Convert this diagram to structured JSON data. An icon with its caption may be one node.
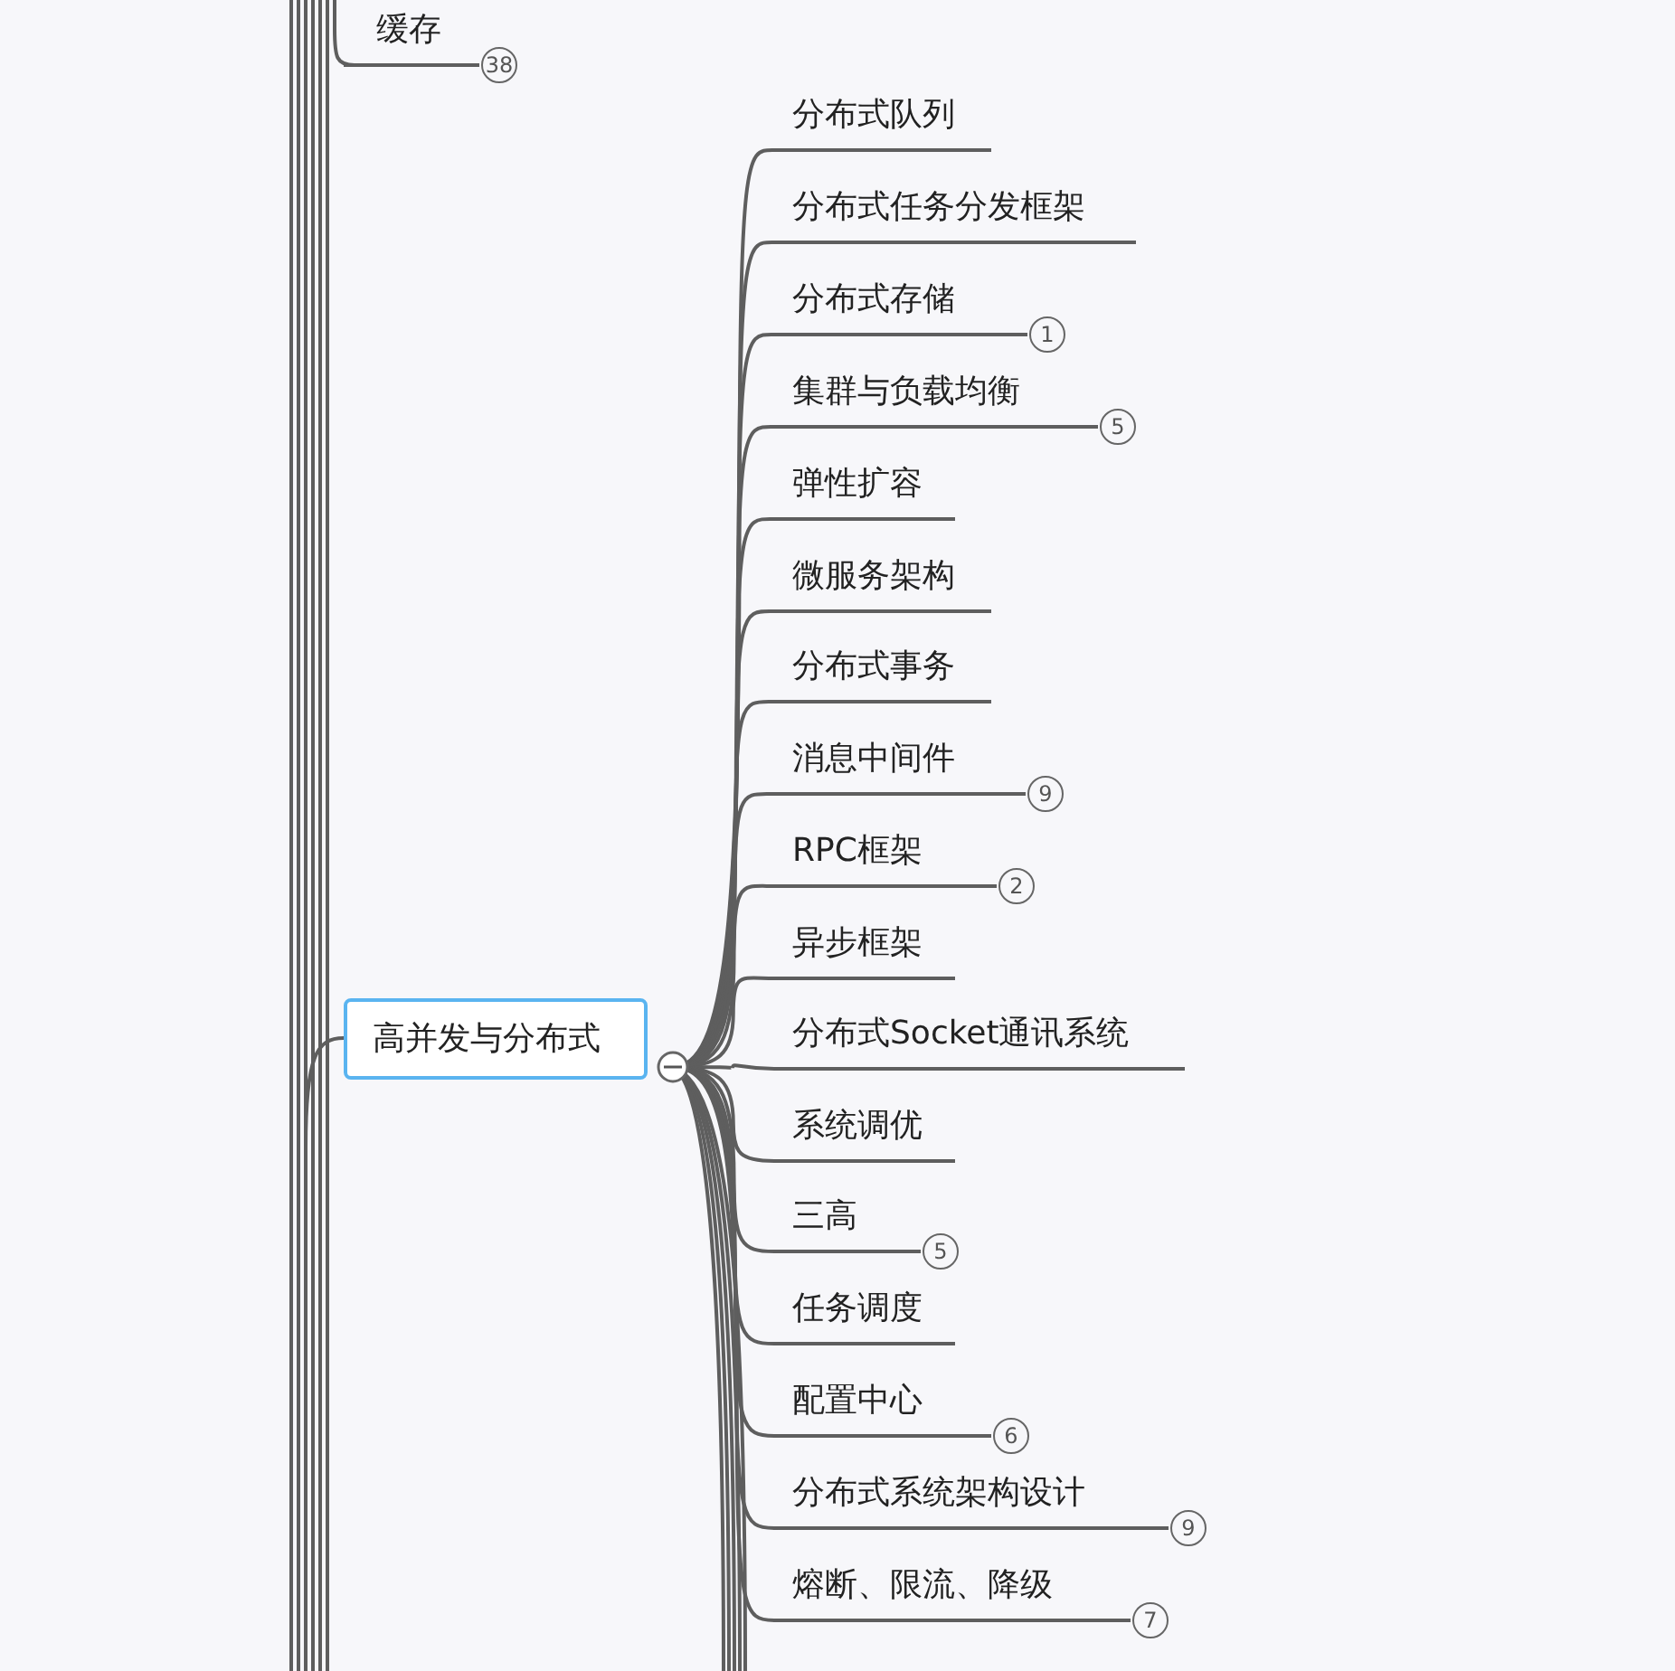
{
  "diagram": {
    "nodes": [
      {
        "text": [
          "缓存"
        ],
        "beside": [
          "38"
        ]
      },
      {
        "text": [
          "高并发与分布式"
        ]
      },
      {
        "text": [
          "分布式队列"
        ]
      },
      {
        "text": [
          "分布式任务分发框架"
        ]
      },
      {
        "text": [
          "分布式存储"
        ],
        "beside": [
          "1"
        ]
      },
      {
        "text": [
          "集群与负载均衡"
        ],
        "beside": [
          "5"
        ]
      },
      {
        "text": [
          "弹性扩容"
        ]
      },
      {
        "text": [
          "微服务架构"
        ]
      },
      {
        "text": [
          "分布式事务"
        ]
      },
      {
        "text": [
          "消息中间件"
        ],
        "beside": [
          "9"
        ]
      },
      {
        "text": [
          "RPC框架"
        ],
        "beside": [
          "2"
        ]
      },
      {
        "text": [
          "异步框架"
        ]
      },
      {
        "text": [
          "分布式Socket通讯系统"
        ]
      },
      {
        "text": [
          "系统调优"
        ]
      },
      {
        "text": [
          "三高"
        ],
        "beside": [
          "5"
        ]
      },
      {
        "text": [
          "任务调度"
        ]
      },
      {
        "text": [
          "配置中心"
        ],
        "beside": [
          "6"
        ]
      },
      {
        "text": [
          "分布式系统架构设计"
        ],
        "beside": [
          "9"
        ]
      },
      {
        "text": [
          "熔断、限流、降级"
        ],
        "beside": [
          "7"
        ]
      }
    ],
    "edges": [
      {
        "from": null,
        "to": 0,
        "arrow": "none"
      },
      {
        "from": null,
        "to": 1,
        "arrow": "none"
      },
      {
        "from": 1,
        "to": 2,
        "arrow": "none"
      },
      {
        "from": 1,
        "to": 3,
        "arrow": "none"
      },
      {
        "from": 1,
        "to": 4,
        "arrow": "none"
      },
      {
        "from": 1,
        "to": 5,
        "arrow": "none"
      },
      {
        "from": 1,
        "to": 6,
        "arrow": "none"
      },
      {
        "from": 1,
        "to": 7,
        "arrow": "none"
      },
      {
        "from": 1,
        "to": 8,
        "arrow": "none"
      },
      {
        "from": 1,
        "to": 9,
        "arrow": "none"
      },
      {
        "from": 1,
        "to": 10,
        "arrow": "none"
      },
      {
        "from": 1,
        "to": 11,
        "arrow": "none"
      },
      {
        "from": 1,
        "to": 12,
        "arrow": "none"
      },
      {
        "from": 1,
        "to": 13,
        "arrow": "none"
      },
      {
        "from": 1,
        "to": 14,
        "arrow": "none"
      },
      {
        "from": 1,
        "to": 15,
        "arrow": "none"
      },
      {
        "from": 1,
        "to": 16,
        "arrow": "none"
      },
      {
        "from": 1,
        "to": 17,
        "arrow": "none"
      },
      {
        "from": 1,
        "to": 18,
        "arrow": "none"
      }
    ]
  }
}
